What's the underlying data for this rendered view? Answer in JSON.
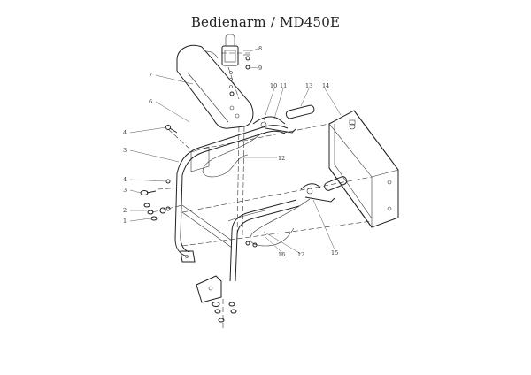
{
  "diagram": {
    "title": "Bedienarm / MD450E",
    "part_labels": {
      "p1": "1",
      "p2": "2",
      "p3a": "3",
      "p3b": "3",
      "p4a": "4",
      "p4b": "4",
      "p6": "6",
      "p7": "7",
      "p8": "8",
      "p9": "9",
      "p10": "10",
      "p11": "11",
      "p12a": "12",
      "p12b": "12",
      "p13": "13",
      "p14": "14",
      "p15": "15",
      "p16": "16"
    }
  }
}
